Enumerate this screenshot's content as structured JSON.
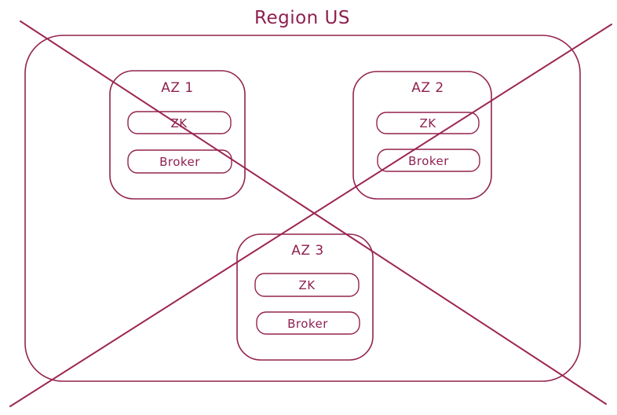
{
  "diagram": {
    "title": "Region US",
    "crossed_out": true,
    "colors": {
      "stroke": "#93234f",
      "text": "#8e2150",
      "background": "#ffffff"
    },
    "zones": [
      {
        "name": "AZ 1",
        "nodes": [
          "ZK",
          "Broker"
        ]
      },
      {
        "name": "AZ 2",
        "nodes": [
          "ZK",
          "Broker"
        ]
      },
      {
        "name": "AZ 3",
        "nodes": [
          "ZK",
          "Broker"
        ]
      }
    ]
  }
}
